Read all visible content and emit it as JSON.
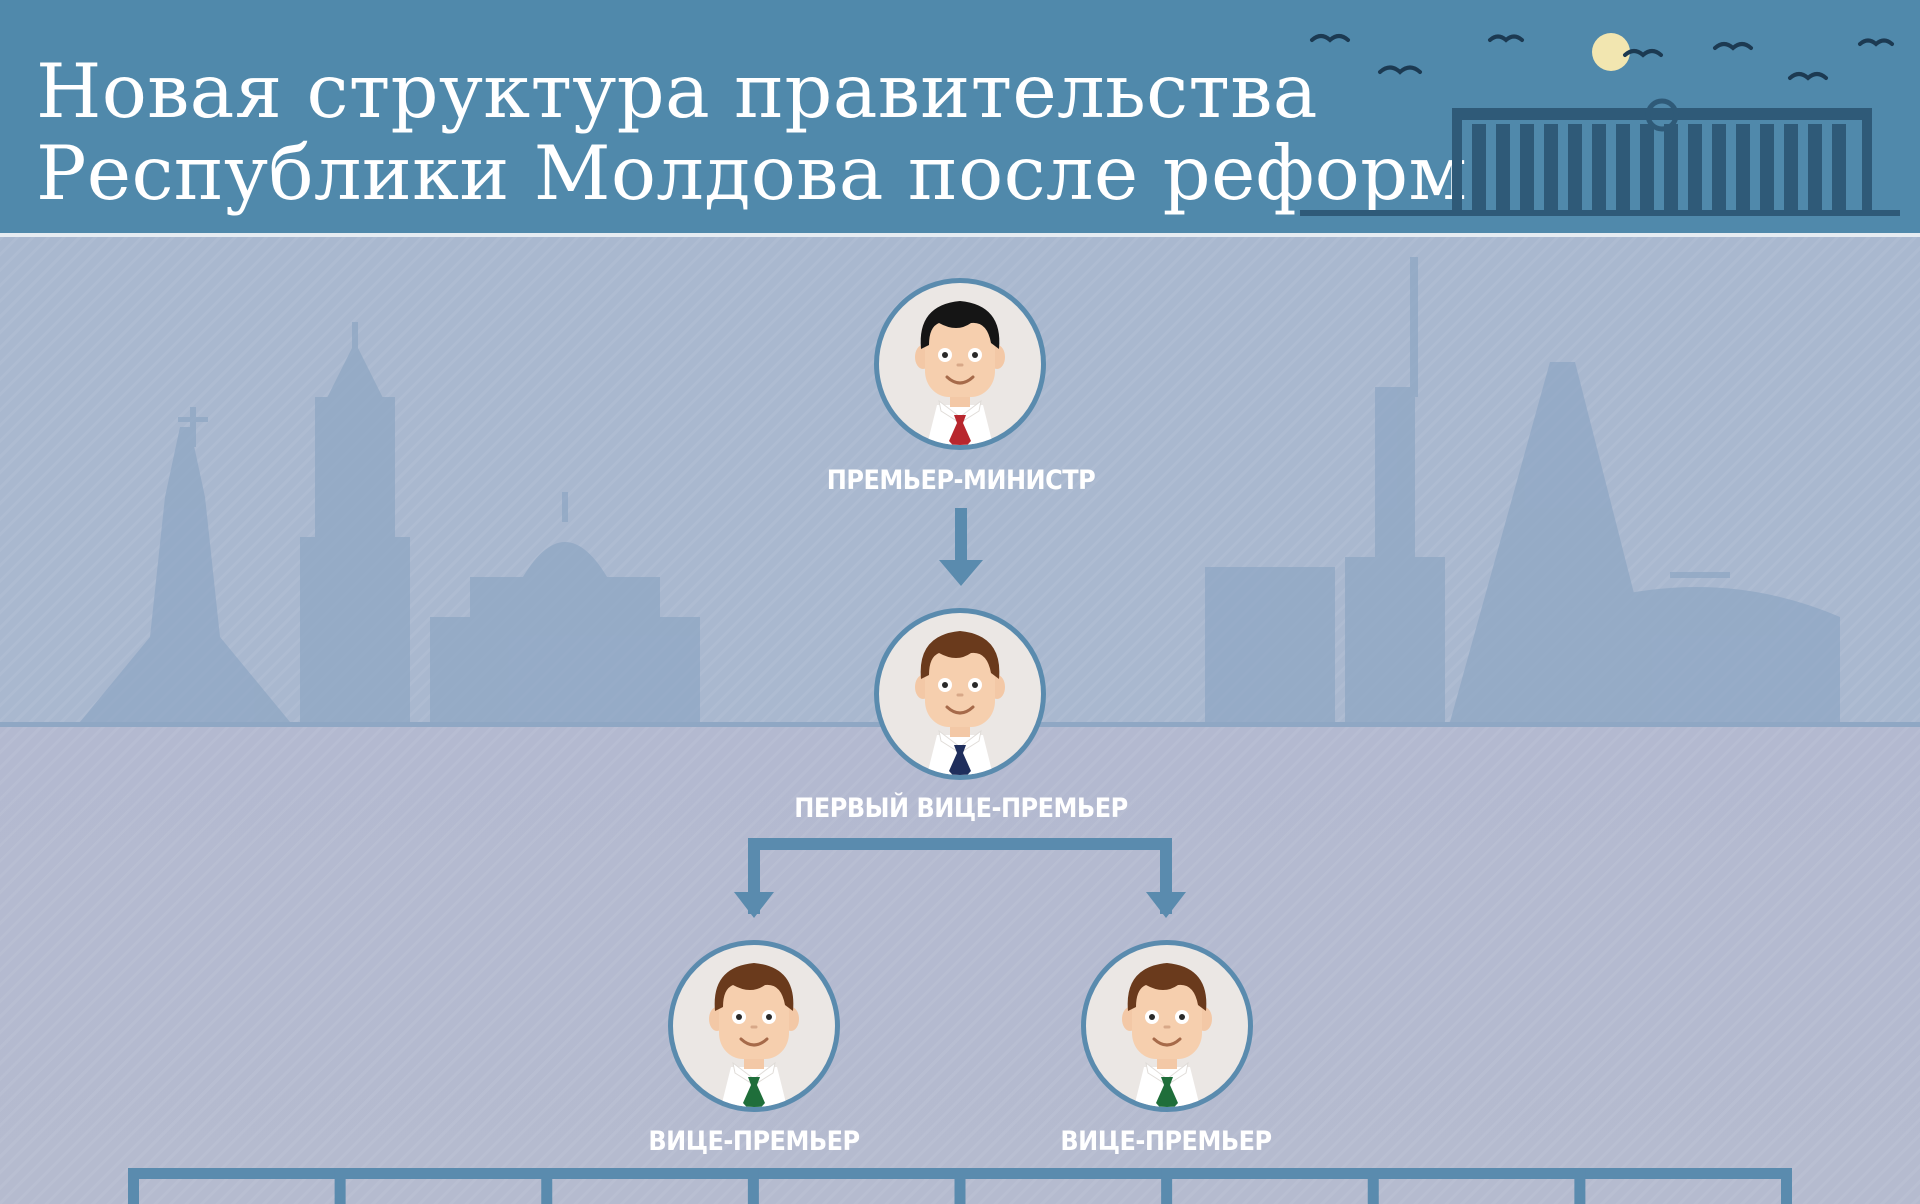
{
  "header": {
    "title_line1": "Новая структура правительства",
    "title_line2": "Республики Молдова после реформ"
  },
  "colors": {
    "header_bg": "#5089ab",
    "body_bg": "#b5bbcf",
    "connector": "#5a8bae",
    "skyline": "#8fa7c4",
    "tie_prime_minister": "#b8262d",
    "tie_first_deputy": "#1f2e5c",
    "tie_deputy": "#1f6e3a"
  },
  "org_chart": {
    "prime_minister": {
      "label": "ПРЕМЬЕР-МИНИСТР",
      "icon": "person-avatar-icon",
      "hair": "#151515"
    },
    "first_deputy": {
      "label": "ПЕРВЫЙ ВИЦЕ-ПРЕМЬЕР",
      "icon": "person-avatar-icon",
      "hair": "#6a3a1c"
    },
    "deputies": [
      {
        "label": "ВИЦЕ-ПРЕМЬЕР",
        "icon": "person-avatar-icon",
        "hair": "#6a3a1c"
      },
      {
        "label": "ВИЦЕ-ПРЕМЬЕР",
        "icon": "person-avatar-icon",
        "hair": "#6a3a1c"
      }
    ],
    "ministry_branch_count": 9
  }
}
